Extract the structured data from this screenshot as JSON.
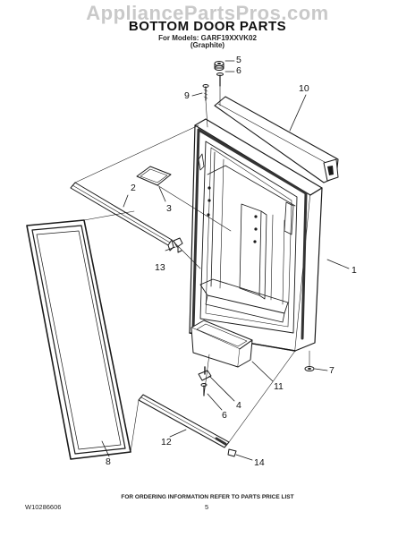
{
  "watermark": "AppliancePartsPros.com",
  "title": "BOTTOM DOOR PARTS",
  "models_line": "For Models: GARF19XXVK02",
  "color_line": "(Graphite)",
  "footer": {
    "ordering": "FOR ORDERING INFORMATION REFER TO PARTS PRICE LIST",
    "doc_number": "W10286606",
    "page_number": "5"
  },
  "callouts": {
    "c1": "1",
    "c2": "2",
    "c3": "3",
    "c4": "4",
    "c5": "5",
    "c6a": "6",
    "c6b": "6",
    "c7": "7",
    "c8": "8",
    "c9": "9",
    "c10": "10",
    "c11": "11",
    "c12": "12",
    "c13": "13",
    "c14": "14"
  }
}
